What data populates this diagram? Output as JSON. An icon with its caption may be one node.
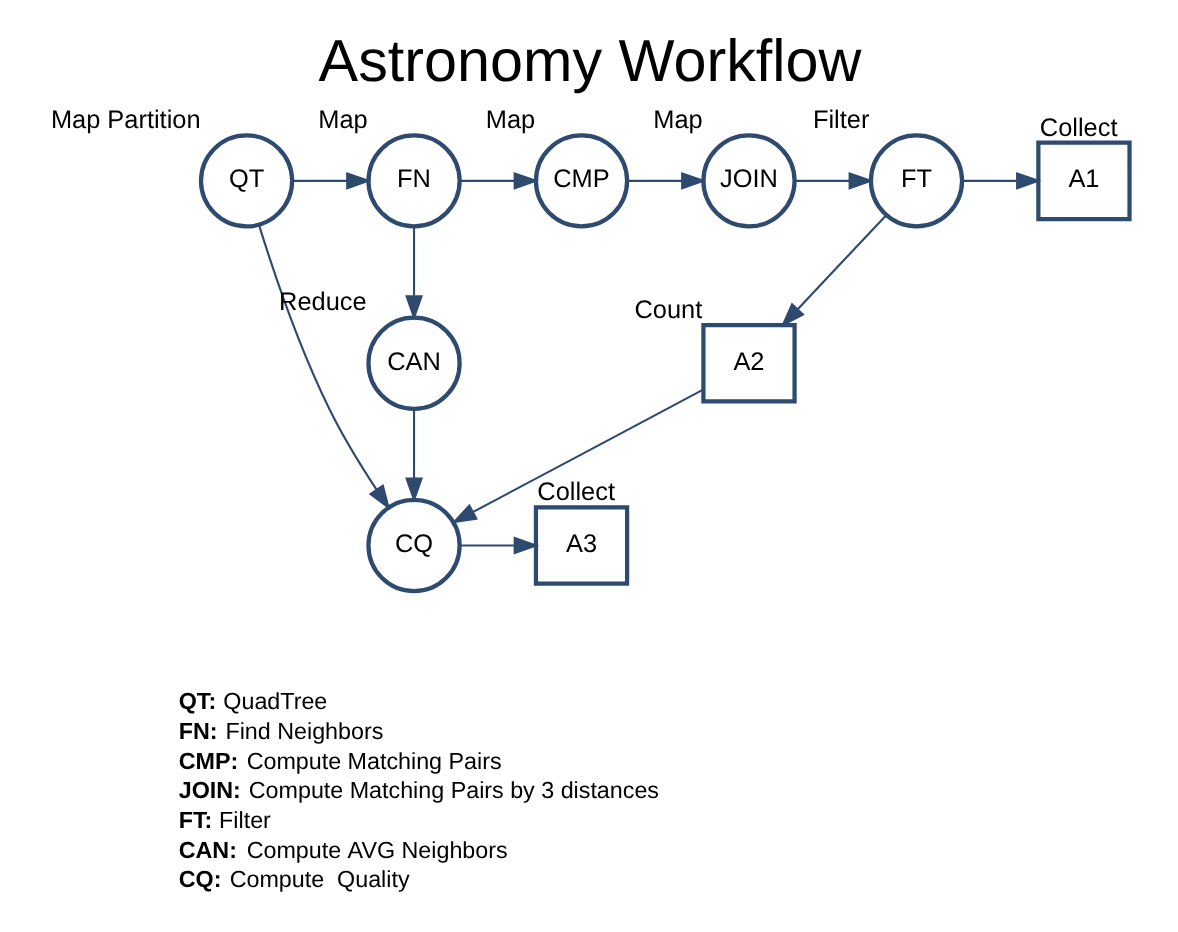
{
  "diagram": {
    "title": "Astronomy Workflow",
    "nodes": [
      {
        "text": [
          "QT"
        ],
        "beside": [
          "Map Partition"
        ]
      },
      {
        "text": [
          "FN"
        ],
        "beside": [
          "Map"
        ]
      },
      {
        "text": [
          "CMP"
        ],
        "beside": [
          "Map"
        ]
      },
      {
        "text": [
          "JOIN"
        ],
        "beside": [
          "Map"
        ]
      },
      {
        "text": [
          "FT"
        ],
        "beside": [
          "Filter"
        ]
      },
      {
        "text": [
          "A1"
        ],
        "beside": [
          "Collect"
        ]
      },
      {
        "text": [
          "CAN"
        ],
        "beside": [
          "Reduce"
        ]
      },
      {
        "text": [
          "A2"
        ],
        "beside": [
          "Count"
        ]
      },
      {
        "text": [
          "CQ"
        ]
      },
      {
        "text": [
          "A3"
        ],
        "beside": [
          "Collect"
        ]
      }
    ],
    "edges": [
      {
        "from": 0,
        "to": 1,
        "arrow": "to"
      },
      {
        "from": 1,
        "to": 2,
        "arrow": "to"
      },
      {
        "from": 2,
        "to": 3,
        "arrow": "to"
      },
      {
        "from": 3,
        "to": 4,
        "arrow": "to"
      },
      {
        "from": 4,
        "to": 5,
        "arrow": "to"
      },
      {
        "from": 1,
        "to": 6,
        "arrow": "to"
      },
      {
        "from": 4,
        "to": 7,
        "arrow": "to"
      },
      {
        "from": 0,
        "to": 8,
        "arrow": "to"
      },
      {
        "from": 6,
        "to": 8,
        "arrow": "to"
      },
      {
        "from": 7,
        "to": 8,
        "arrow": "to"
      },
      {
        "from": 8,
        "to": 9,
        "arrow": "to"
      }
    ],
    "labels": [
      "**QT:** QuadTree",
      "**FN:** Find Neighbors",
      "**CMP:** Compute Matching Pairs",
      "**JOIN:** Compute Matching Pairs by 3 distances",
      "**FT:** Filter",
      "**CAN:** Compute AVG Neighbors",
      "**CQ:** Compute  Quality"
    ]
  }
}
